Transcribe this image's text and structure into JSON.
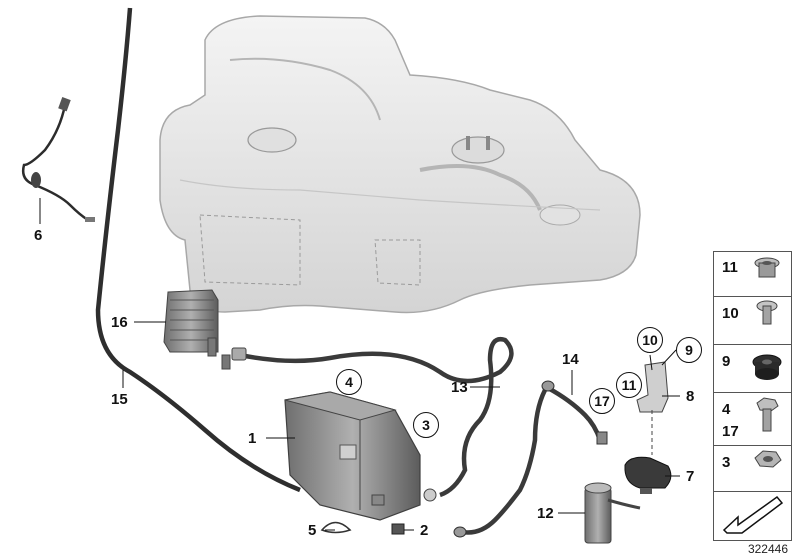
{
  "callouts": {
    "c1": "1",
    "c2": "2",
    "c3": "3",
    "c4": "4",
    "c5": "5",
    "c6": "6",
    "c7": "7",
    "c8": "8",
    "c9": "9",
    "c10": "10",
    "c11": "11",
    "c12": "12",
    "c13": "13",
    "c14": "14",
    "c15": "15",
    "c16": "16",
    "c17": "17"
  },
  "panel": {
    "rows": [
      {
        "label": "11",
        "icon": "sleeve-nut-icon"
      },
      {
        "label": "10",
        "icon": "screw-icon"
      },
      {
        "label": "9",
        "icon": "grommet-icon"
      },
      {
        "label": "4",
        "label2": "17",
        "icon": "hex-bolt-icon"
      },
      {
        "label": "3",
        "icon": "hex-nut-icon"
      },
      {
        "label": "",
        "icon": "arrow-icon"
      }
    ]
  },
  "ref_number": "322446",
  "colors": {
    "line": "#111111",
    "tank": "#e6e6e6",
    "part": "#9a9a9a"
  }
}
